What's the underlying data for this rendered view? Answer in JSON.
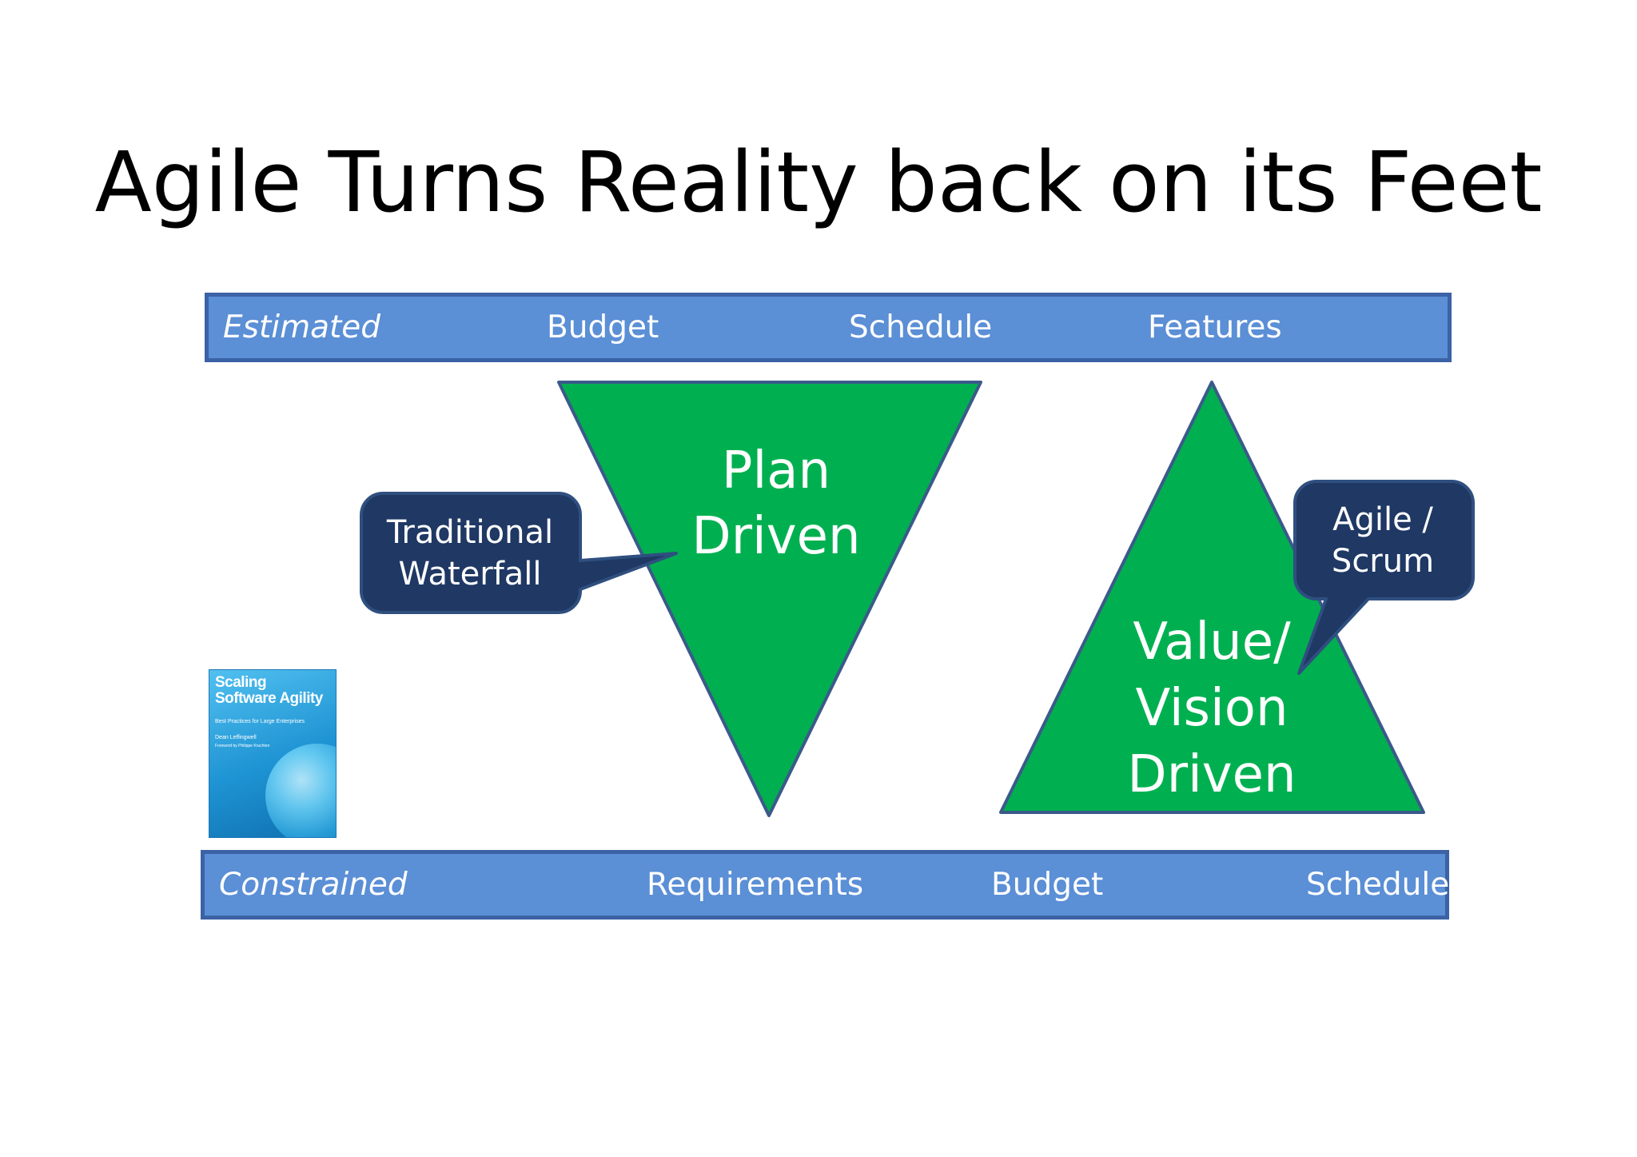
{
  "title": "Agile Turns Reality back on its Feet",
  "top_band": {
    "label": "Estimated",
    "items": [
      "Budget",
      "Schedule",
      "Features"
    ]
  },
  "bottom_band": {
    "label": "Constrained",
    "items": [
      "Requirements",
      "Budget",
      "Schedule"
    ]
  },
  "plan_driven": {
    "lines": [
      "Plan",
      "Driven"
    ]
  },
  "value_driven": {
    "lines": [
      "Value/",
      "Vision",
      "Driven"
    ]
  },
  "callout_waterfall": {
    "lines": [
      "Traditional",
      "Waterfall"
    ]
  },
  "callout_scrum": {
    "lines": [
      "Agile /",
      "Scrum"
    ]
  },
  "book": {
    "title_lines": [
      "Scaling",
      "Software Agility"
    ],
    "subtitle": "Best Practices for Large Enterprises",
    "author": "Dean Leffingwell",
    "foreword": "Foreword by Philippe Kruchten"
  },
  "colors": {
    "band_fill": "#5b8fd6",
    "band_border": "#3c62a6",
    "triangle_fill": "#00b050",
    "triangle_border": "#3b5a8a",
    "callout_fill": "#1f3864",
    "callout_border": "#2f4f7f",
    "text_light": "#ffffff",
    "title_text": "#000000"
  }
}
